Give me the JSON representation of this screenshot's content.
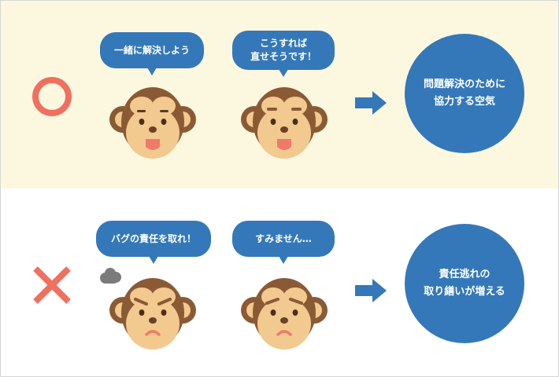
{
  "colors": {
    "good_bg": "#fcf8e0",
    "bad_bg": "#ffffff",
    "accent_blue": "#3478b9",
    "mark_red": "#f07060",
    "monkey_brown": "#8a5a35",
    "monkey_face": "#f2c98e"
  },
  "good_row": {
    "mark_icon": "circle-mark-icon",
    "bubble_1": "一緒に解決しよう",
    "bubble_2": "こうすれば\n直せそうです！",
    "result": "問題解決のために\n協力する空気"
  },
  "bad_row": {
    "mark_icon": "cross-mark-icon",
    "bubble_1": "バグの責任を取れ！",
    "bubble_2": "すみません…",
    "result": "責任逃れの\n取り繕いが増える"
  }
}
